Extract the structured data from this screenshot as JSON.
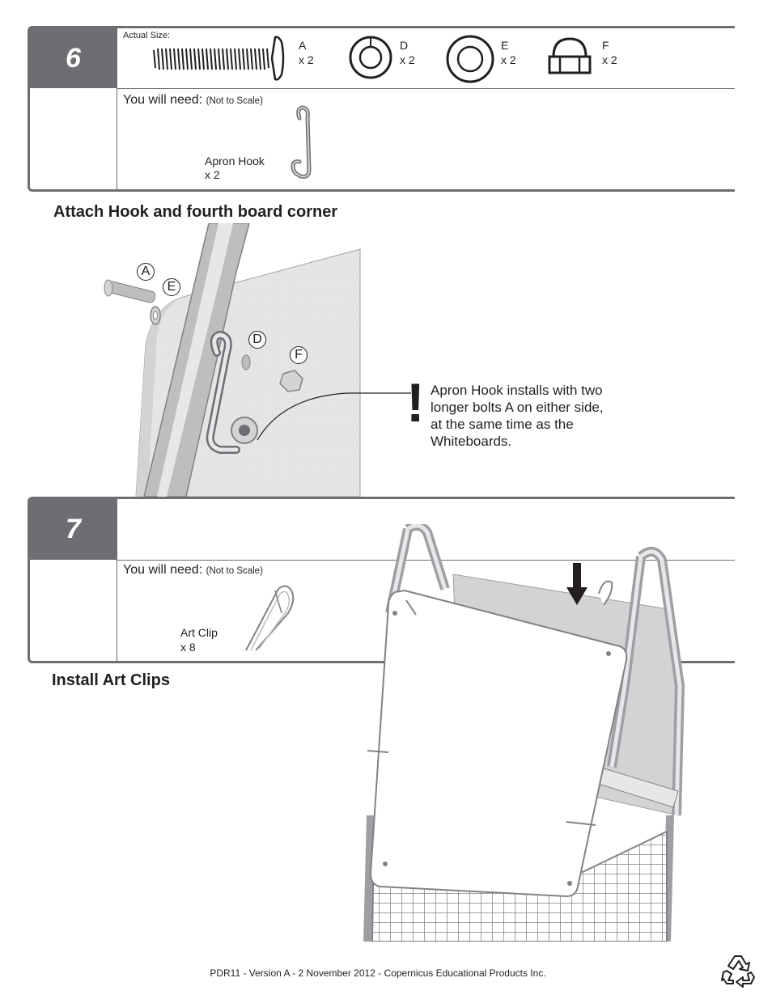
{
  "step6": {
    "number": "6",
    "actual_size_label": "Actual Size:",
    "parts": [
      {
        "letter": "A",
        "qty": "x 2"
      },
      {
        "letter": "D",
        "qty": "x 2"
      },
      {
        "letter": "E",
        "qty": "x 2"
      },
      {
        "letter": "F",
        "qty": "x 2"
      }
    ],
    "you_will_need": "You will need:",
    "not_to_scale": "(Not to Scale)",
    "item_name": "Apron Hook",
    "item_qty": "x 2",
    "heading": "Attach Hook and fourth board corner",
    "callouts": [
      "A",
      "E",
      "D",
      "F"
    ],
    "note_mark": "!",
    "note_lines": [
      "Apron Hook installs with two",
      "longer bolts A on either side,",
      "at the same time as the",
      "Whiteboards."
    ]
  },
  "step7": {
    "number": "7",
    "you_will_need": "You will need:",
    "not_to_scale": "(Not to Scale)",
    "item_name": "Art Clip",
    "item_qty": "x 8",
    "heading": "Install Art Clips"
  },
  "footer": "PDR11 - Version A - 2 November 2012 - Copernicus Educational Products Inc.",
  "icons": {
    "recycle": "recycle-icon",
    "arrow": "arrow-down-icon"
  },
  "colors": {
    "step_bar": "#6d6e71",
    "text": "#231f20"
  }
}
